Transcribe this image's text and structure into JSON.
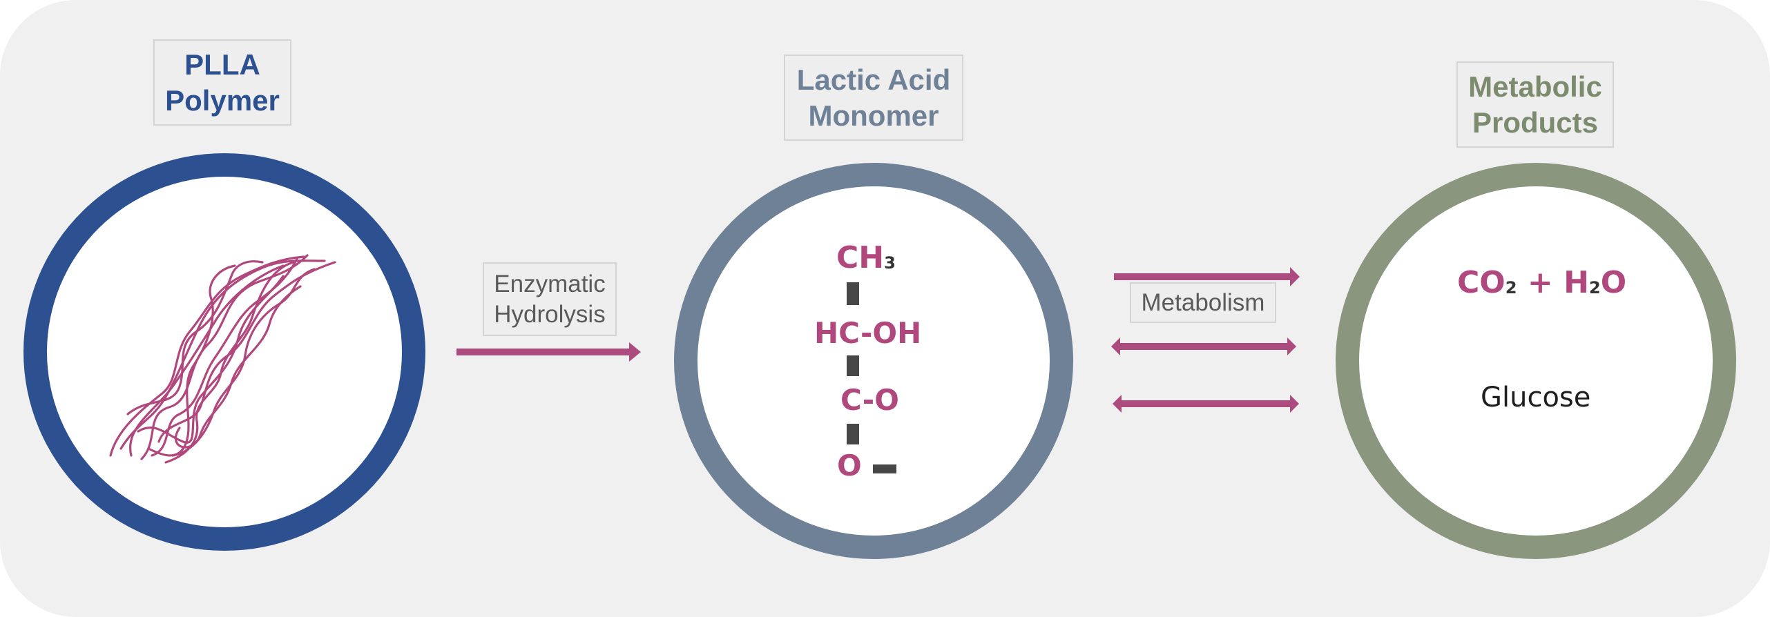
{
  "stages": {
    "polymer": {
      "title_line1": "PLLA",
      "title_line2": "Polymer",
      "color": "#2d5190"
    },
    "monomer": {
      "title_line1": "Lactic Acid",
      "title_line2": "Monomer",
      "color": "#6e8196"
    },
    "products": {
      "title_line1": "Metabolic",
      "title_line2": "Products",
      "color": "#7c8b6e"
    }
  },
  "processes": {
    "hydrolysis_line1": "Enzymatic",
    "hydrolysis_line2": "Hydrolysis",
    "metabolism": "Metabolism"
  },
  "monomer_structure": {
    "ch3_main": "CH",
    "ch3_sub": "3",
    "hcoh": "HC-OH",
    "co": "C-O",
    "o": "O"
  },
  "products_content": {
    "co2_main": "CO",
    "co2_sub": "2",
    "plus": " + ",
    "h2o_h": "H",
    "h2o_sub": "2",
    "h2o_o": "O",
    "glucose": "Glucose"
  },
  "accent_color": "#ac4b7e"
}
